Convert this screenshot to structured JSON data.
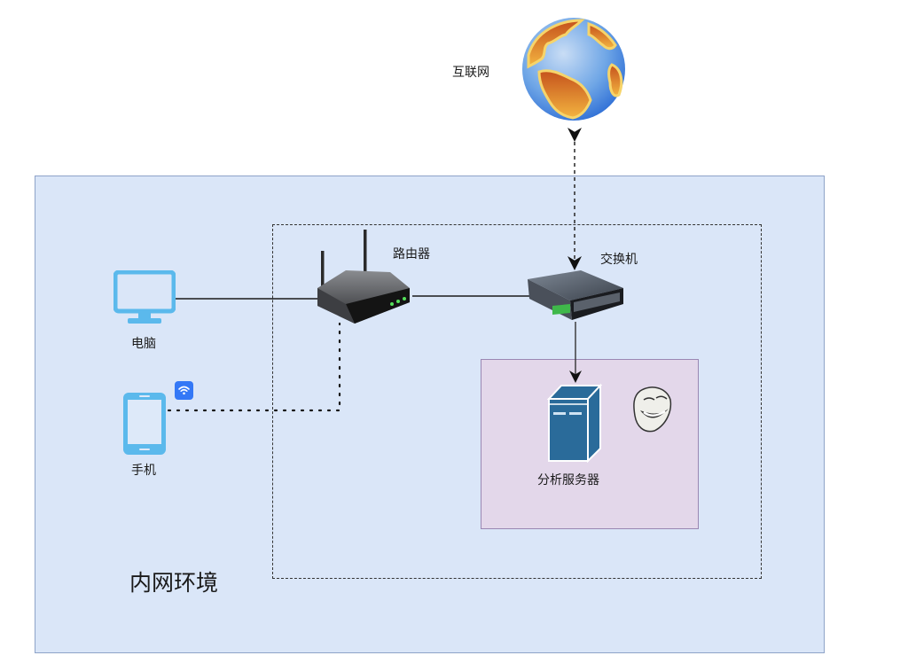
{
  "diagram": {
    "nodes": {
      "internet": {
        "label": "互联网",
        "icon": "globe-icon"
      },
      "router": {
        "label": "路由器",
        "icon": "wifi-router-icon"
      },
      "switch": {
        "label": "交换机",
        "icon": "network-switch-icon"
      },
      "computer": {
        "label": "电脑",
        "icon": "desktop-monitor-icon"
      },
      "phone": {
        "label": "手机",
        "icon": "smartphone-icon",
        "badge": "wifi-icon"
      },
      "server": {
        "label": "分析服务器",
        "icon": "server-tower-icon"
      },
      "troll": {
        "label": "",
        "icon": "troll-face-icon"
      }
    },
    "groups": {
      "intranet": {
        "label": "内网环境",
        "fill": "#dae6f8",
        "stroke": "#8ea3c8"
      },
      "core_network": {
        "label": "",
        "style": "dashed"
      },
      "server_zone": {
        "label": "",
        "fill": "#e3d7ea",
        "stroke": "#9a87b3"
      }
    },
    "edges": [
      {
        "from": "computer",
        "to": "router",
        "style": "solid",
        "arrow": "none"
      },
      {
        "from": "router",
        "to": "switch",
        "style": "solid",
        "arrow": "none"
      },
      {
        "from": "phone",
        "to": "router",
        "style": "dotted",
        "arrow": "none"
      },
      {
        "from": "internet",
        "to": "switch",
        "style": "dashed",
        "arrow": "both"
      },
      {
        "from": "switch",
        "to": "server",
        "style": "solid",
        "arrow": "end"
      }
    ],
    "colors": {
      "device_blue": "#5bb9ec",
      "wifi_badge": "#3478f6",
      "server_blue": "#2a6b9a",
      "line": "#1a1a1a"
    }
  }
}
